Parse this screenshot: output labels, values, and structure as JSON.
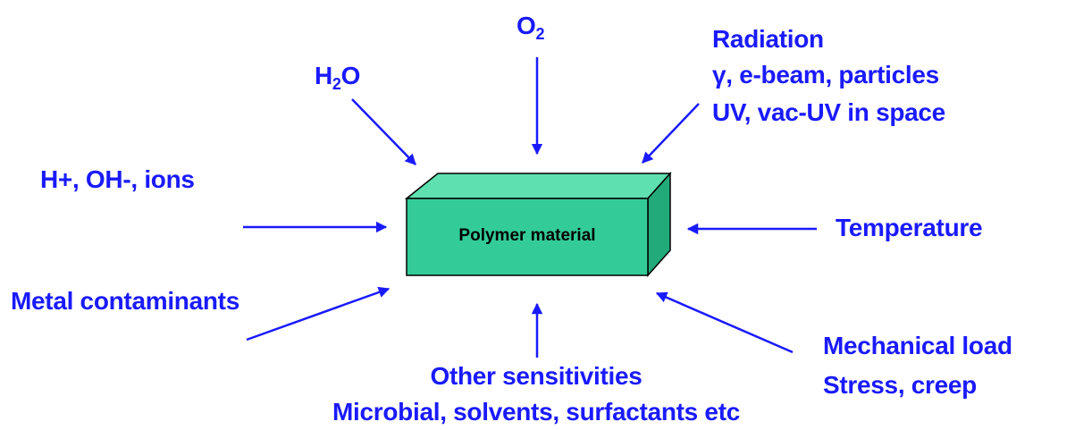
{
  "colors": {
    "text": "#1a1aff",
    "arrow": "#1a1aff",
    "box_front": "#33cc99",
    "box_top": "#5ee0b0",
    "box_side": "#22aa7a",
    "box_edge": "#000000"
  },
  "center": {
    "label": "Polymer material"
  },
  "factors": {
    "o2": {
      "main": "O",
      "sub": "2"
    },
    "h2o": {
      "pre": "H",
      "sub": "2",
      "post": "O"
    },
    "radiation": {
      "line1": "Radiation",
      "line2": "γ, e-beam, particles",
      "line3": "UV, vac-UV in space"
    },
    "ions": {
      "label": "H+, OH-, ions"
    },
    "temperature": {
      "label": "Temperature"
    },
    "metal": {
      "label": "Metal contaminants"
    },
    "mechanical": {
      "line1": "Mechanical load",
      "line2": "Stress, creep"
    },
    "other": {
      "line1": "Other sensitivities",
      "line2": "Microbial, solvents, surfactants etc"
    }
  }
}
